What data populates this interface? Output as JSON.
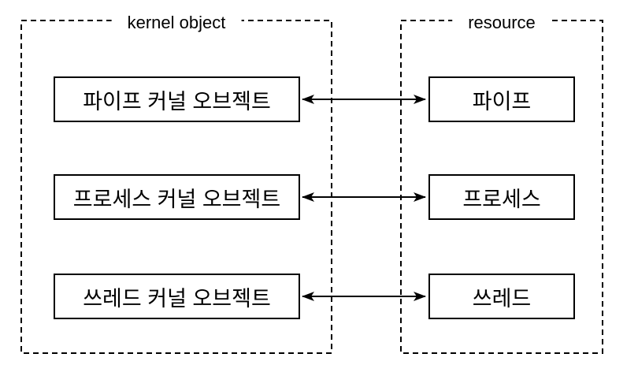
{
  "diagram": {
    "groups": [
      {
        "label": "kernel object",
        "nodes": [
          "파이프 커널 오브젝트",
          "프로세스 커널 오브젝트",
          "쓰레드 커널 오브젝트"
        ]
      },
      {
        "label": "resource",
        "nodes": [
          "파이프",
          "프로세스",
          "쓰레드"
        ]
      }
    ],
    "connections": [
      {
        "from": "파이프 커널 오브젝트",
        "to": "파이프",
        "direction": "bidirectional"
      },
      {
        "from": "프로세스 커널 오브젝트",
        "to": "프로세스",
        "direction": "bidirectional"
      },
      {
        "from": "쓰레드 커널 오브젝트",
        "to": "쓰레드",
        "direction": "bidirectional"
      }
    ],
    "colors": {
      "stroke": "#000000",
      "text": "#000000",
      "background": "#ffffff"
    }
  }
}
